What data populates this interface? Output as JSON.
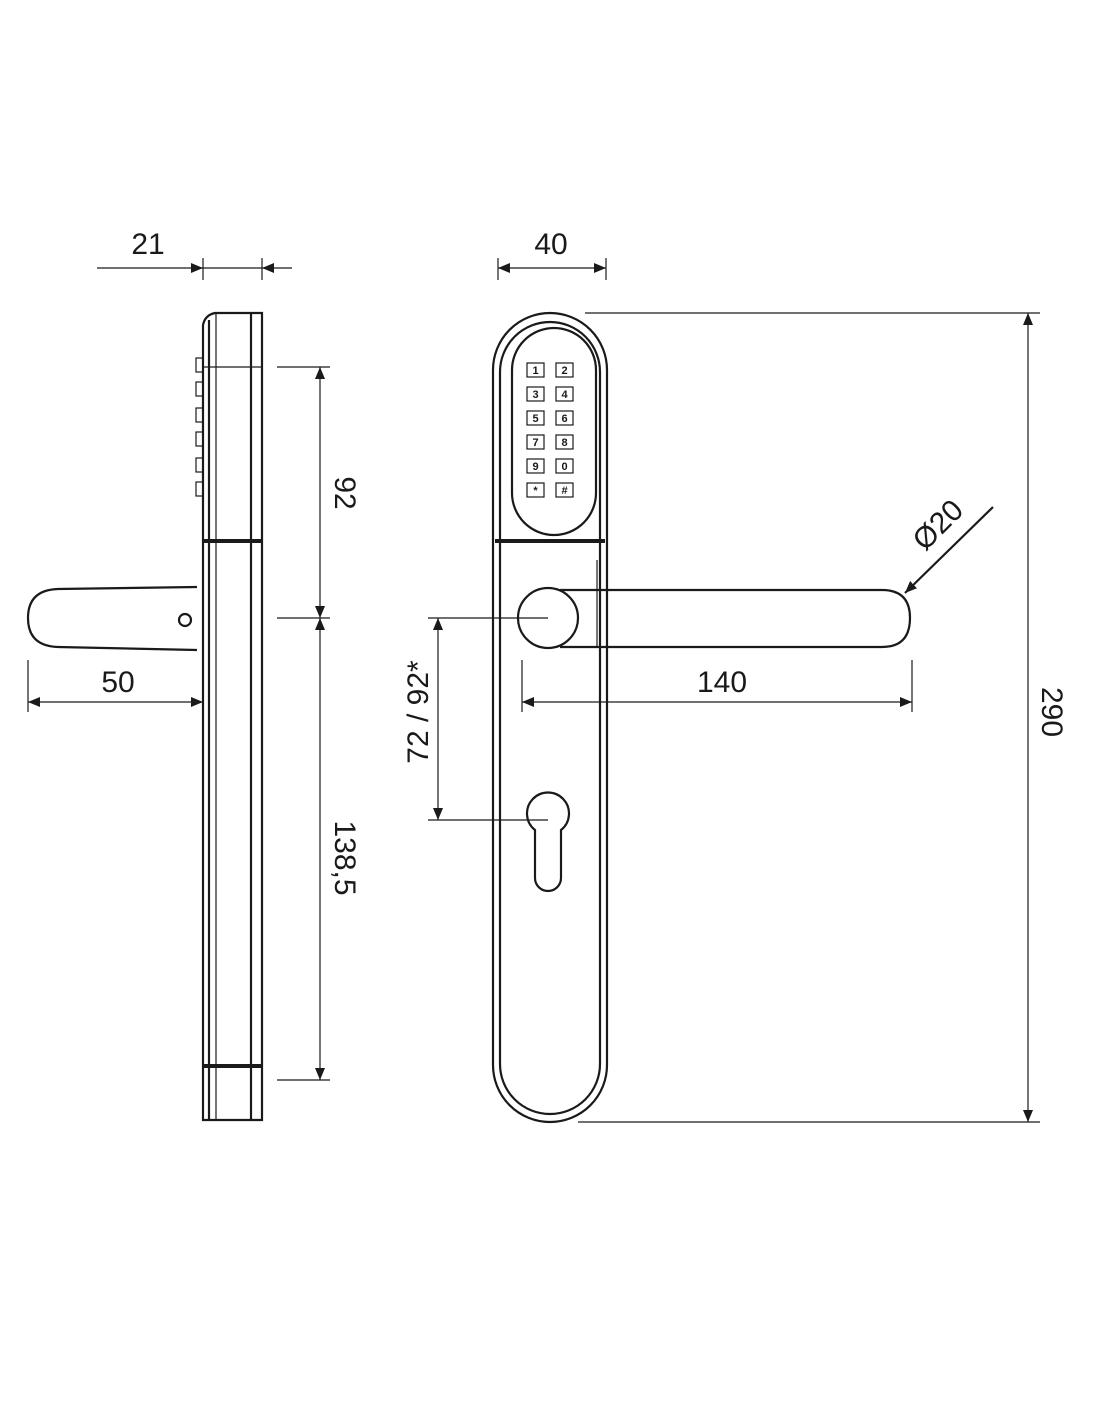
{
  "dimensions": {
    "side_width": "21",
    "front_width": "40",
    "keypad_height": "92",
    "lower_height": "138,5",
    "lever_projection": "50",
    "center_distance": "72 / 92*",
    "handle_length": "140",
    "total_height": "290",
    "handle_diameter": "Ø20"
  },
  "keypad": {
    "keys": [
      "1",
      "2",
      "3",
      "4",
      "5",
      "6",
      "7",
      "8",
      "9",
      "0",
      "*",
      "#"
    ]
  },
  "colors": {
    "line": "#1a1a1a",
    "background": "#ffffff"
  }
}
